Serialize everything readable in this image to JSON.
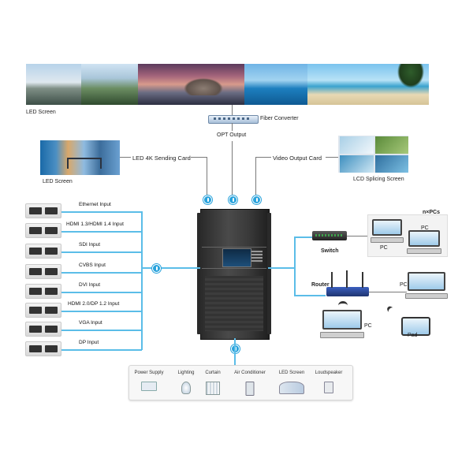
{
  "top": {
    "led_screen_label": "LED Screen",
    "fiber_converter_label": "Fiber Converter",
    "opt_output_label": "OPT Output"
  },
  "outputs": {
    "led_4k_sending_card": "LED 4K Sending Card",
    "video_output_card": "Video Output Card",
    "led_screen_small_label": "LED Screen",
    "lcd_splicing_label": "LCD Splicing Screen"
  },
  "inputs": [
    {
      "label": "Ethernet Input"
    },
    {
      "label": "HDMI 1.3/HDMI 1.4  Input"
    },
    {
      "label": "SDI Input"
    },
    {
      "label": "CVBS Input"
    },
    {
      "label": "DVI Input"
    },
    {
      "label": "HDMI 2.0/DP 1.2 Input"
    },
    {
      "label": "VGA Input"
    },
    {
      "label": "DP Input"
    }
  ],
  "network": {
    "npcs_label": "n×PCs",
    "pc_label_1": "PC",
    "pc_label_2": "PC",
    "switch_label": "Switch",
    "router_label": "Router",
    "pc_label_3": "PC",
    "pc_label_4": "PC",
    "pad_label": "Pad"
  },
  "controls": {
    "items": [
      "Power Supply",
      "Lighting",
      "Curtain",
      "Air Conditioner",
      "LED Screen",
      "Loudspeaker"
    ]
  },
  "colors": {
    "wire_blue": "#5bbde8",
    "wire_gray": "#7a7a7a",
    "accent": "#2aa3dc"
  }
}
